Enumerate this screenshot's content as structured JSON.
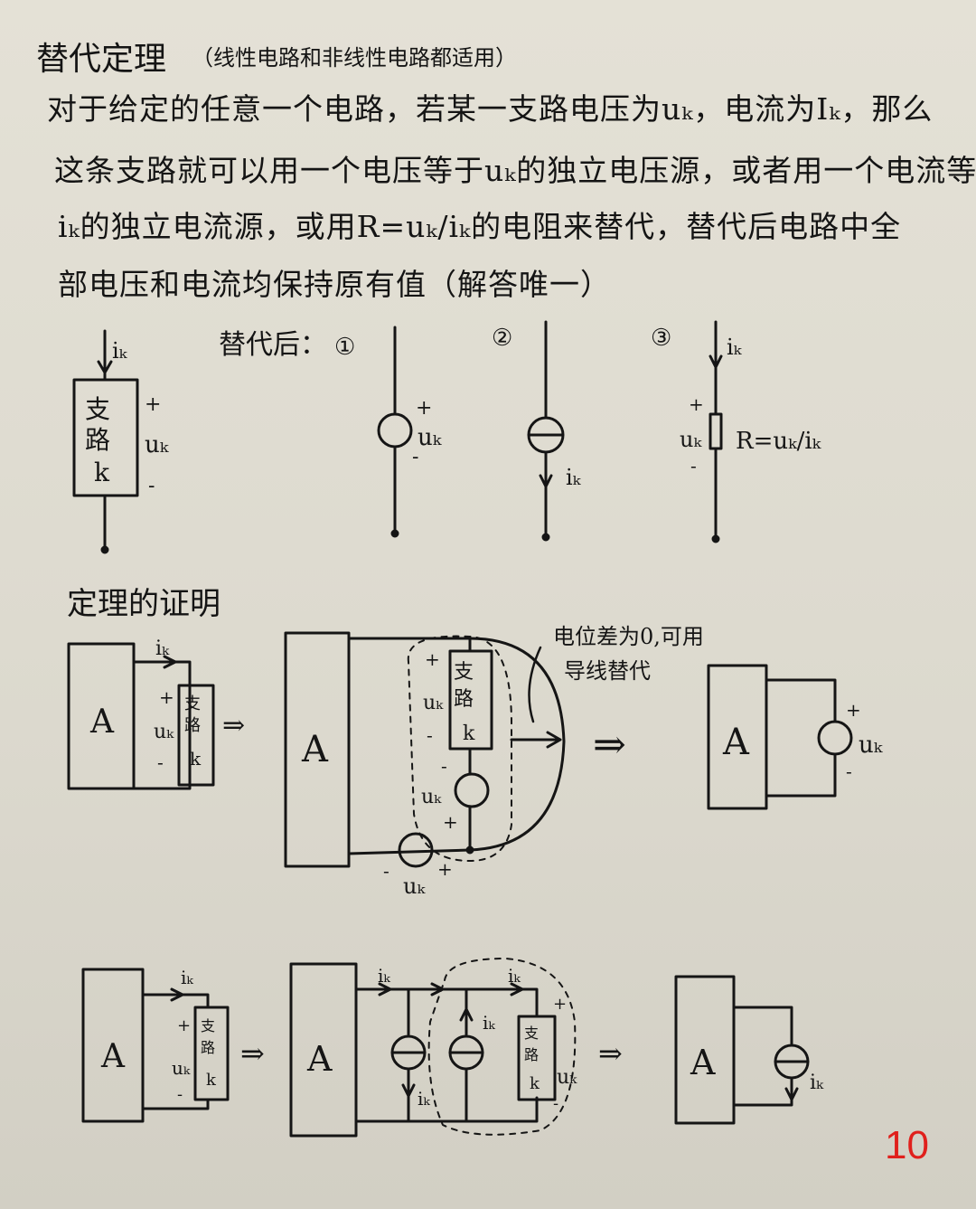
{
  "title": "替代定理",
  "title_note": "（线性电路和非线性电路都适用）",
  "paragraph": [
    "对于给定的任意一个电路，若某一支路电压为uₖ，电流为Iₖ，那么",
    "这条支路就可以用一个电压等于uₖ的独立电压源，或者用一个电流等于",
    "iₖ的独立电流源，或用R=uₖ/iₖ的电阻来替代，替代后电路中全",
    "部电压和电流均保持原有值（解答唯一）"
  ],
  "after_label": "替代后：",
  "circle_nums": [
    "①",
    "②",
    "③"
  ],
  "symbols": {
    "ik": "iₖ",
    "uk": "uₖ",
    "plus": "+",
    "minus": "-",
    "branch": [
      "支",
      "路",
      "k"
    ],
    "branch_short": "支路k",
    "block": "A",
    "r_eq": "R=uₖ/iₖ",
    "arrow": "⇒",
    "note_line1": "电位差为0,可用",
    "note_line2": "导线替代"
  },
  "proof_title": "定理的证明",
  "page_number": "10",
  "colors": {
    "ink": "#151515",
    "paper": "#dcd9ce",
    "page_number": "#e0201c"
  }
}
